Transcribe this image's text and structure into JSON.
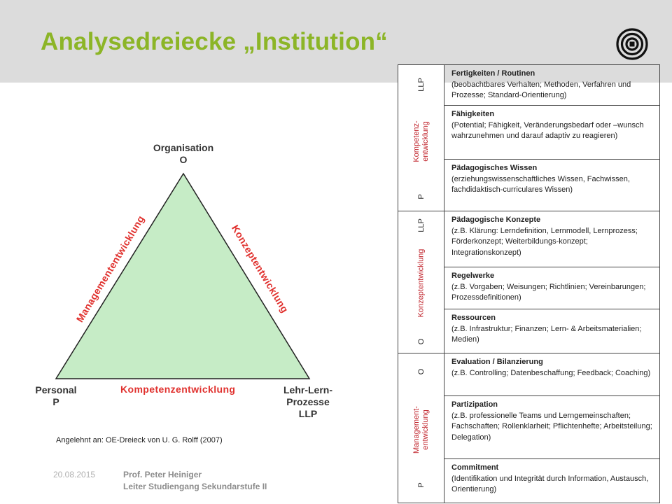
{
  "title": "Analysedreiecke „Institution“",
  "triangle": {
    "top": {
      "name": "Organisation",
      "abbr": "O"
    },
    "left": {
      "name": "Personal",
      "abbr": "P"
    },
    "right": {
      "name_line1": "Lehr-Lern-",
      "name_line2": "Prozesse",
      "abbr": "LLP"
    },
    "edge_left": "Managemententwicklung",
    "edge_right": "Konzeptentwicklung",
    "edge_bottom": "Kompetenzentwicklung",
    "fill_color": "#c6ecc6",
    "label_color": "#e0312e"
  },
  "source_note": "Angelehnt an: OE-Dreieck von U. G. Rolff (2007)",
  "footer": {
    "date": "20.08.2015",
    "author_line1": "Prof. Peter Heiniger",
    "author_line2": "Leiter Studiengang Sekundarstufe II"
  },
  "groups": [
    {
      "label": "Kompetenz-\nentwicklung",
      "label_line1": "Kompetenz-",
      "label_line2": "entwicklung",
      "from": "P",
      "to": "LLP",
      "rows": [
        {
          "heading": "Fertigkeiten / Routinen",
          "detail": "(beobachtbares Verhalten; Methoden, Verfahren und Prozesse; Standard-Orientierung)"
        },
        {
          "heading": "Fähigkeiten",
          "detail": "(Potential; Fähigkeit, Veränderungsbedarf oder –wunsch wahrzunehmen und darauf adaptiv zu reagieren)"
        },
        {
          "heading": "Pädagogisches Wissen",
          "detail": "(erziehungswissenschaftliches Wissen, Fachwissen, fachdidaktisch-curriculares Wissen)"
        }
      ]
    },
    {
      "label_line1": "Konzeptentwicklung",
      "label_line2": "",
      "from": "O",
      "to": "LLP",
      "rows": [
        {
          "heading": "Pädagogische Konzepte",
          "detail": "(z.B. Klärung: Lerndefinition, Lernmodell, Lernprozess; Förderkonzept; Weiterbildungs-konzept; Integrationskonzept)"
        },
        {
          "heading": "Regelwerke",
          "detail": "(z.B. Vorgaben; Weisungen;  Richtlinien; Vereinbarungen; Prozessdefinitionen)"
        },
        {
          "heading": "Ressourcen",
          "detail": "(z.B. Infrastruktur; Finanzen; Lern- & Arbeitsmaterialien; Medien)"
        }
      ]
    },
    {
      "label_line1": "Management-",
      "label_line2": "entwicklung",
      "from": "P",
      "to": "O",
      "rows": [
        {
          "heading": "Evaluation / Bilanzierung",
          "detail": "(z.B. Controlling; Datenbeschaffung; Feedback; Coaching)"
        },
        {
          "heading": "Partizipation",
          "detail": "(z.B. professionelle Teams und Lerngemeinschaften; Fachschaften; Rollenklarheit; Pflichtenhefte; Arbeitsteilung; Delegation)"
        },
        {
          "heading": "Commitment",
          "detail": "(Identifikation und Integrität durch Information, Austausch, Orientierung)"
        }
      ]
    }
  ]
}
